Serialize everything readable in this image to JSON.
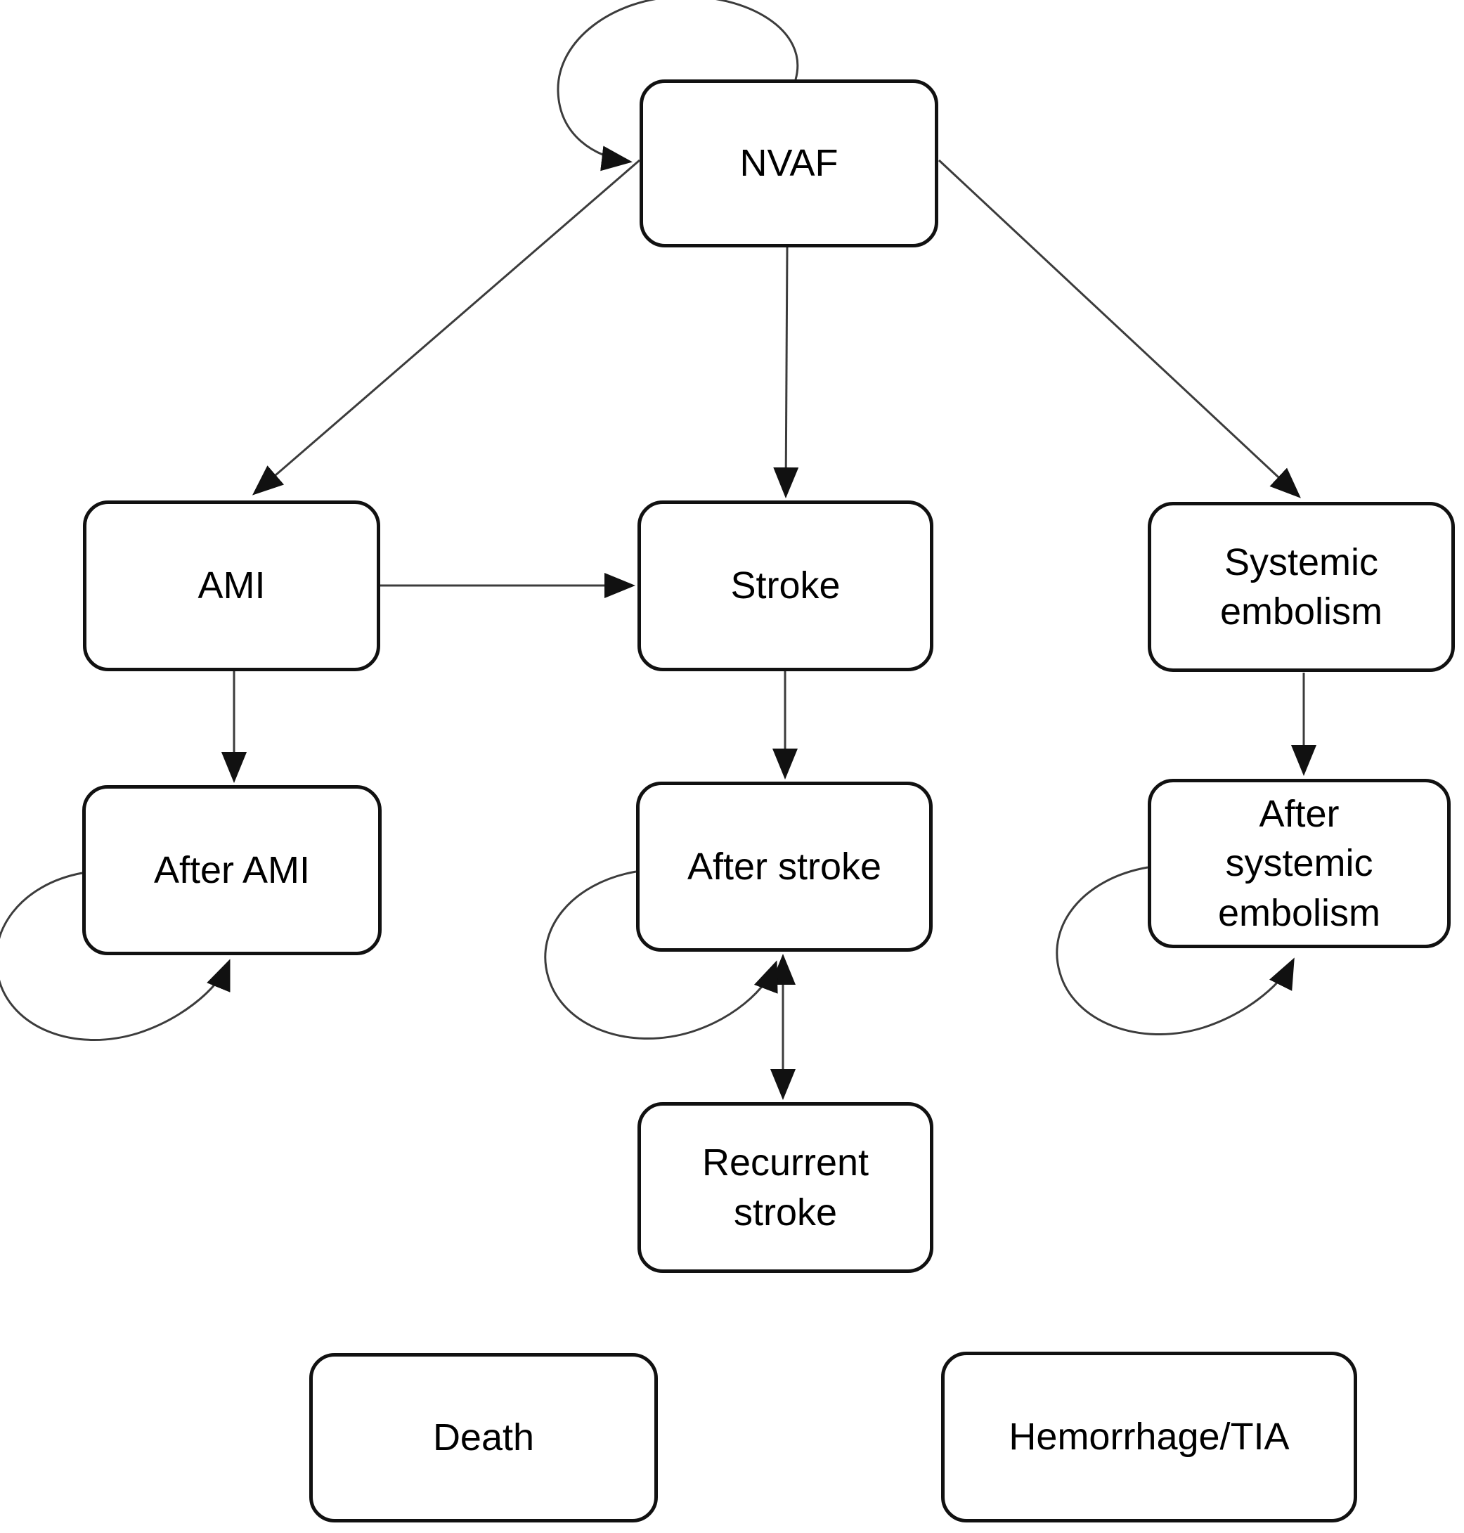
{
  "nodes": {
    "nvaf": {
      "label": "NVAF"
    },
    "ami": {
      "label": "AMI"
    },
    "stroke": {
      "label": "Stroke"
    },
    "systemic_embolism": {
      "label": [
        "Systemic",
        "embolism"
      ]
    },
    "after_ami": {
      "label": "After AMI"
    },
    "after_stroke": {
      "label": "After stroke"
    },
    "after_systemic_embolism": {
      "label": [
        "After",
        "systemic",
        "embolism"
      ]
    },
    "recurrent_stroke": {
      "label": [
        "Recurrent",
        "stroke"
      ]
    },
    "death": {
      "label": "Death"
    },
    "hemorrhage_tia": {
      "label": "Hemorrhage/TIA"
    }
  },
  "edges": [
    {
      "from": "nvaf",
      "to": "nvaf",
      "type": "self-loop"
    },
    {
      "from": "nvaf",
      "to": "ami",
      "type": "arrow"
    },
    {
      "from": "nvaf",
      "to": "stroke",
      "type": "arrow"
    },
    {
      "from": "nvaf",
      "to": "systemic_embolism",
      "type": "arrow"
    },
    {
      "from": "ami",
      "to": "stroke",
      "type": "arrow"
    },
    {
      "from": "ami",
      "to": "after_ami",
      "type": "arrow"
    },
    {
      "from": "after_ami",
      "to": "after_ami",
      "type": "self-loop"
    },
    {
      "from": "stroke",
      "to": "after_stroke",
      "type": "arrow"
    },
    {
      "from": "after_stroke",
      "to": "after_stroke",
      "type": "self-loop"
    },
    {
      "from": "after_stroke",
      "to": "recurrent_stroke",
      "type": "double-arrow"
    },
    {
      "from": "systemic_embolism",
      "to": "after_systemic_embolism",
      "type": "arrow"
    },
    {
      "from": "after_systemic_embolism",
      "to": "after_systemic_embolism",
      "type": "self-loop"
    }
  ],
  "colors": {
    "line": "#3c3c3c",
    "arrowhead": "#111111",
    "node_border": "#111111",
    "node_fill": "#ffffff",
    "text": "#000000",
    "background": "#ffffff"
  }
}
